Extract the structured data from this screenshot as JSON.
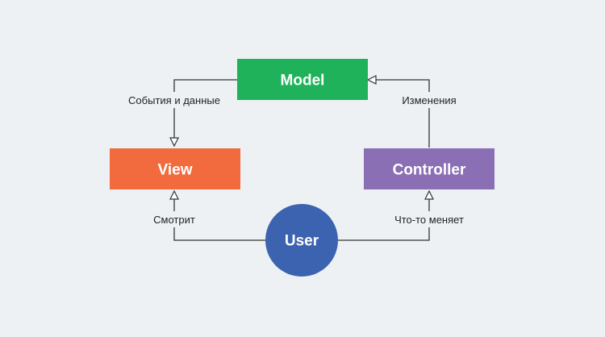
{
  "nodes": {
    "model": {
      "label": "Model",
      "color": "#1fb25a"
    },
    "view": {
      "label": "View",
      "color": "#f26b3f"
    },
    "controller": {
      "label": "Controller",
      "color": "#8a6fb5"
    },
    "user": {
      "label": "User",
      "color": "#3c63b0"
    }
  },
  "edges": {
    "model_to_view": {
      "label": "События и данные"
    },
    "controller_to_model": {
      "label": "Изменения"
    },
    "user_to_view": {
      "label": "Смотрит"
    },
    "user_to_controller": {
      "label": "Что-то меняет"
    }
  },
  "colors": {
    "background": "#eef1f4",
    "line": "#333333"
  }
}
